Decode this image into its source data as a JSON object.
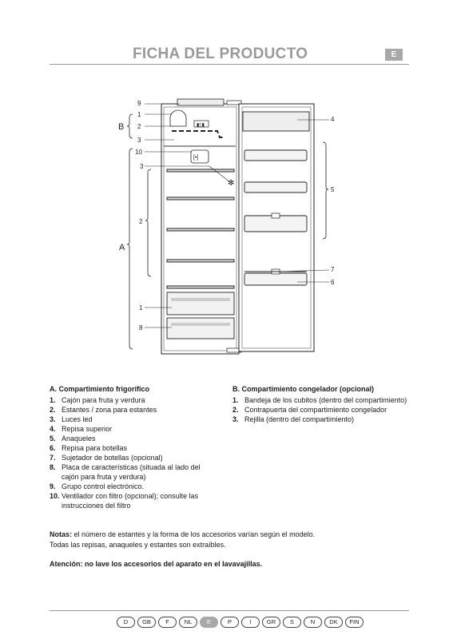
{
  "header": {
    "title": "FICHA DEL PRODUCTO",
    "lang_badge": "E"
  },
  "diagram": {
    "callouts": [
      "9",
      "1",
      "2",
      "3",
      "10",
      "3",
      "2",
      "1",
      "8",
      "4",
      "5",
      "7",
      "6"
    ],
    "group_labels": [
      "B",
      "A"
    ],
    "fan_label": "[•]",
    "display_label": "▮▯▮"
  },
  "section_a": {
    "title": "A. Compartimiento frigorífico",
    "items": [
      {
        "n": "1.",
        "text": "Cajón para fruta y verdura"
      },
      {
        "n": "2.",
        "text": "Estantes / zona para estantes"
      },
      {
        "n": "3.",
        "text": "Luces led"
      },
      {
        "n": "4.",
        "text": "Repisa superior"
      },
      {
        "n": "5.",
        "text": "Anaqueles"
      },
      {
        "n": "6.",
        "text": "Repisa para botellas"
      },
      {
        "n": "7.",
        "text": "Sujetador de botellas (opcional)"
      },
      {
        "n": "8.",
        "text": "Placa de características (situada al lado del cajón para fruta y verdura)"
      },
      {
        "n": "9.",
        "text": "Grupo control electrónico."
      },
      {
        "n": "10.",
        "text": "Ventilador con filtro (opcional); consulte las instrucciones del filtro"
      }
    ]
  },
  "section_b": {
    "title": "B. Compartimiento congelador (opcional)",
    "items": [
      {
        "n": "1.",
        "text": "Bandeja de los cubitos (dentro del compartimiento)"
      },
      {
        "n": "2.",
        "text": "Contrapuerta del compartimiento congelador"
      },
      {
        "n": "3.",
        "text": "Rejilla (dentro del compartimiento)"
      }
    ]
  },
  "notes": {
    "label": "Notas:",
    "text1": " el número de estantes y la forma de los accesorios varían según el modelo.",
    "text2": "Todas las repisas, anaqueles y estantes son extraíbles."
  },
  "warning": "Atención: no lave los accesorios del aparato en el lavavajillas.",
  "languages": [
    "D",
    "GB",
    "F",
    "NL",
    "E",
    "P",
    "I",
    "GR",
    "S",
    "N",
    "DK",
    "FIN"
  ],
  "active_language": "E"
}
